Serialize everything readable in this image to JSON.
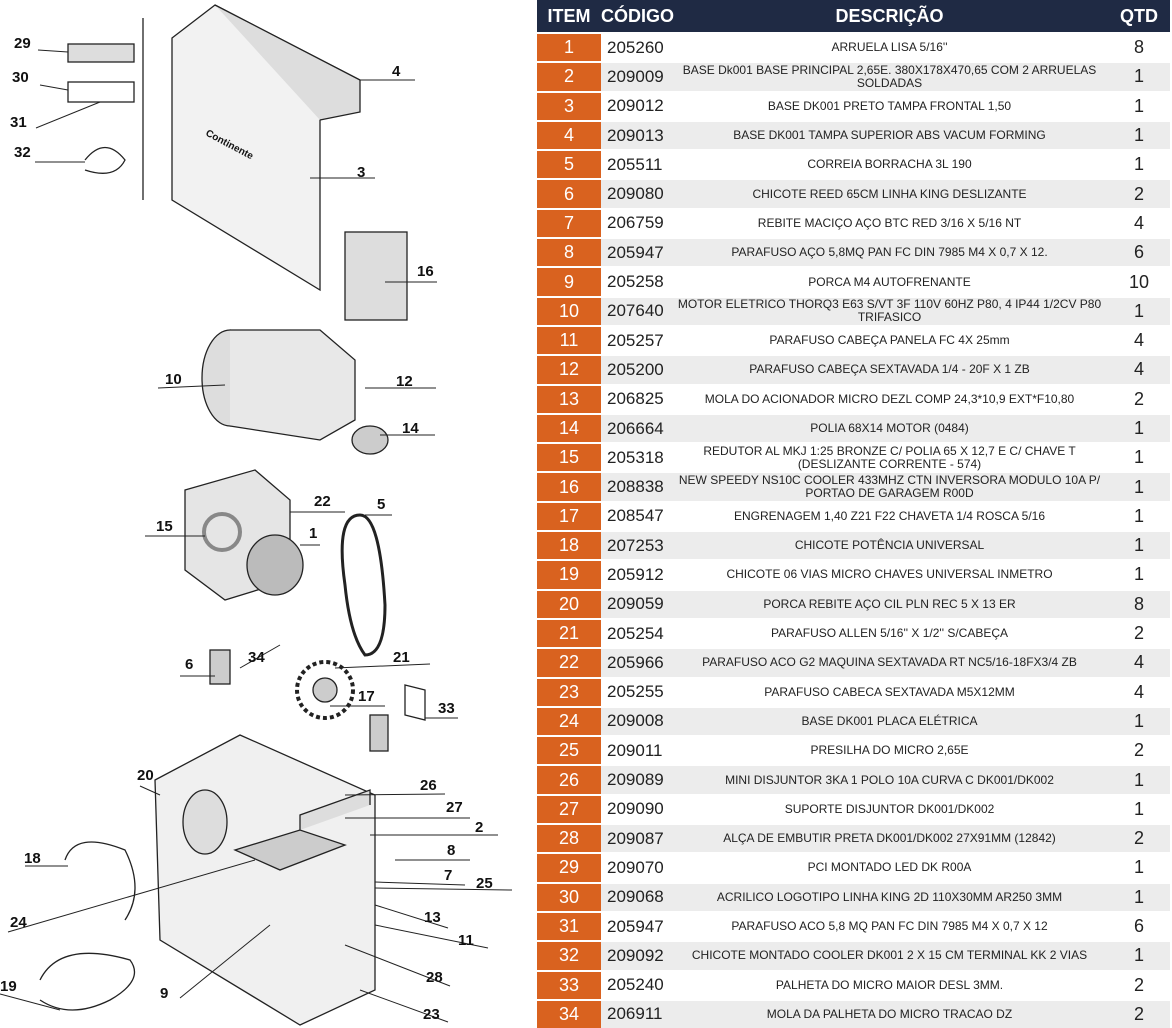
{
  "diagram": {
    "logo_text": "Continente",
    "callouts": [
      "29",
      "30",
      "31",
      "32",
      "4",
      "3",
      "16",
      "10",
      "12",
      "14",
      "22",
      "5",
      "15",
      "1",
      "6",
      "34",
      "21",
      "17",
      "33",
      "20",
      "26",
      "27",
      "2",
      "8",
      "18",
      "7",
      "25",
      "24",
      "13",
      "11",
      "28",
      "9",
      "23",
      "19"
    ]
  },
  "table": {
    "headers": {
      "item": "ITEM",
      "code": "CÓDIGO",
      "desc": "DESCRIÇÃO",
      "qty": "QTD"
    },
    "rows": [
      {
        "item": "1",
        "code": "205260",
        "desc": "ARRUELA LISA 5/16''",
        "qty": "8"
      },
      {
        "item": "2",
        "code": "209009",
        "desc": "BASE Dk001 BASE PRINCIPAL 2,65E. 380X178X470,65 COM 2 ARRUELAS SOLDADAS",
        "qty": "1"
      },
      {
        "item": "3",
        "code": "209012",
        "desc": "BASE DK001 PRETO TAMPA FRONTAL 1,50",
        "qty": "1"
      },
      {
        "item": "4",
        "code": "209013",
        "desc": "BASE DK001 TAMPA SUPERIOR ABS VACUM FORMING",
        "qty": "1"
      },
      {
        "item": "5",
        "code": "205511",
        "desc": "CORREIA BORRACHA 3L 190",
        "qty": "1"
      },
      {
        "item": "6",
        "code": "209080",
        "desc": "CHICOTE REED 65CM LINHA KING DESLIZANTE",
        "qty": "2"
      },
      {
        "item": "7",
        "code": "206759",
        "desc": "REBITE MACIÇO AÇO BTC RED 3/16 X 5/16 NT",
        "qty": "4"
      },
      {
        "item": "8",
        "code": "205947",
        "desc": "PARAFUSO AÇO 5,8MQ PAN FC DIN 7985 M4 X 0,7 X 12.",
        "qty": "6"
      },
      {
        "item": "9",
        "code": "205258",
        "desc": "PORCA M4 AUTOFRENANTE",
        "qty": "10"
      },
      {
        "item": "10",
        "code": "207640",
        "desc": "MOTOR ELETRICO THORQ3 E63 S/VT 3F 110V 60HZ P80, 4 IP44 1/2CV P80 TRIFASICO",
        "qty": "1"
      },
      {
        "item": "11",
        "code": "205257",
        "desc": "PARAFUSO CABEÇA PANELA FC 4X 25mm",
        "qty": "4"
      },
      {
        "item": "12",
        "code": "205200",
        "desc": "PARAFUSO CABEÇA SEXTAVADA 1/4 - 20F X 1 ZB",
        "qty": "4"
      },
      {
        "item": "13",
        "code": "206825",
        "desc": "MOLA DO ACIONADOR MICRO DEZL COMP 24,3*10,9 EXT*F10,80",
        "qty": "2"
      },
      {
        "item": "14",
        "code": "206664",
        "desc": "POLIA 68X14 MOTOR (0484)",
        "qty": "1"
      },
      {
        "item": "15",
        "code": "205318",
        "desc": "REDUTOR AL MKJ 1:25 BRONZE C/ POLIA 65 X 12,7 E C/ CHAVE T (DESLIZANTE CORRENTE - 574)",
        "qty": "1"
      },
      {
        "item": "16",
        "code": "208838",
        "desc": "NEW SPEEDY NS10C COOLER 433MHZ CTN INVERSORA MODULO 10A P/ PORTAO DE GARAGEM R00D",
        "qty": "1"
      },
      {
        "item": "17",
        "code": "208547",
        "desc": "ENGRENAGEM 1,40 Z21 F22 CHAVETA 1/4 ROSCA 5/16",
        "qty": "1"
      },
      {
        "item": "18",
        "code": "207253",
        "desc": "CHICOTE POTÊNCIA UNIVERSAL",
        "qty": "1"
      },
      {
        "item": "19",
        "code": "205912",
        "desc": "CHICOTE 06 VIAS MICRO CHAVES UNIVERSAL INMETRO",
        "qty": "1"
      },
      {
        "item": "20",
        "code": "209059",
        "desc": "PORCA REBITE AÇO CIL PLN REC 5 X 13 ER",
        "qty": "8"
      },
      {
        "item": "21",
        "code": "205254",
        "desc": "PARAFUSO ALLEN 5/16'' X 1/2'' S/CABEÇA",
        "qty": "2"
      },
      {
        "item": "22",
        "code": "205966",
        "desc": "PARAFUSO ACO G2 MAQUINA SEXTAVADA RT NC5/16-18FX3/4 ZB",
        "qty": "4"
      },
      {
        "item": "23",
        "code": "205255",
        "desc": "PARAFUSO CABECA SEXTAVADA M5X12MM",
        "qty": "4"
      },
      {
        "item": "24",
        "code": "209008",
        "desc": "BASE DK001 PLACA ELÉTRICA",
        "qty": "1"
      },
      {
        "item": "25",
        "code": "209011",
        "desc": "PRESILHA DO MICRO 2,65E",
        "qty": "2"
      },
      {
        "item": "26",
        "code": "209089",
        "desc": "MINI DISJUNTOR 3KA 1 POLO 10A CURVA C DK001/DK002",
        "qty": "1"
      },
      {
        "item": "27",
        "code": "209090",
        "desc": "SUPORTE DISJUNTOR DK001/DK002",
        "qty": "1"
      },
      {
        "item": "28",
        "code": "209087",
        "desc": "ALÇA DE EMBUTIR PRETA DK001/DK002 27X91MM (12842)",
        "qty": "2"
      },
      {
        "item": "29",
        "code": "209070",
        "desc": "PCI MONTADO LED DK R00A",
        "qty": "1"
      },
      {
        "item": "30",
        "code": "209068",
        "desc": "ACRILICO LOGOTIPO LINHA KING 2D 110X30MM AR250 3MM",
        "qty": "1"
      },
      {
        "item": "31",
        "code": "205947",
        "desc": "PARAFUSO ACO 5,8 MQ PAN FC DIN 7985 M4  X 0,7 X 12",
        "qty": "6"
      },
      {
        "item": "32",
        "code": "209092",
        "desc": "CHICOTE MONTADO COOLER DK001 2 X 15 CM TERMINAL KK 2 VIAS",
        "qty": "1"
      },
      {
        "item": "33",
        "code": "205240",
        "desc": "PALHETA DO MICRO MAIOR DESL 3MM.",
        "qty": "2"
      },
      {
        "item": "34",
        "code": "206911",
        "desc": "MOLA DA PALHETA DO MICRO TRACAO DZ",
        "qty": "2"
      }
    ]
  }
}
